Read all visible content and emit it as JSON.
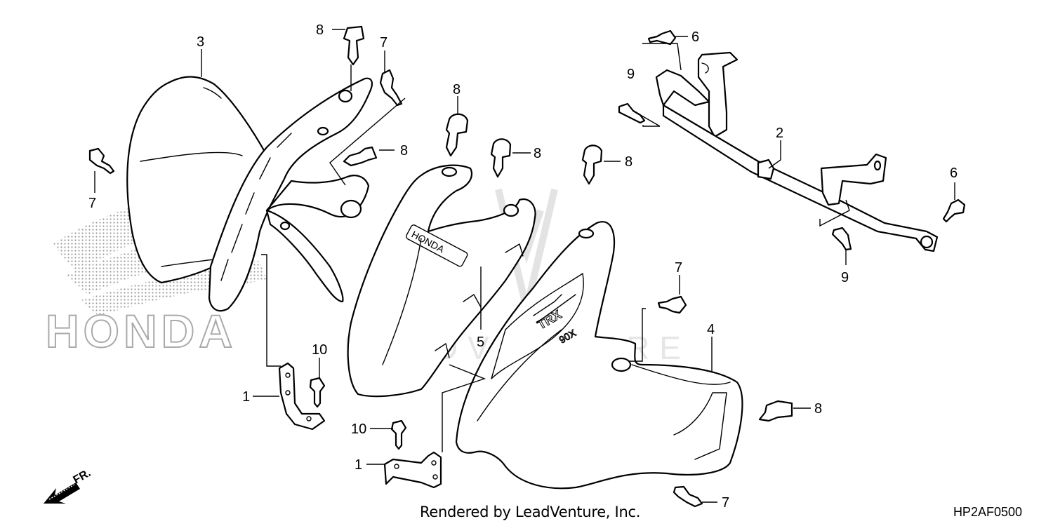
{
  "callouts": {
    "c1a": "1",
    "c1b": "1",
    "c2": "2",
    "c3": "3",
    "c4": "4",
    "c5": "5",
    "c6a": "6",
    "c6b": "6",
    "c7a": "7",
    "c7b": "7",
    "c7c": "7",
    "c7d": "7",
    "c8a": "8",
    "c8b": "8",
    "c8c": "8",
    "c8d": "8",
    "c8e": "8",
    "c8f": "8",
    "c9a": "9",
    "c9b": "9",
    "c10a": "10",
    "c10b": "10"
  },
  "front_arrow": {
    "label": "FR."
  },
  "footer": {
    "rendered_by": "Rendered by LeadVenture, Inc.",
    "diagram_code": "HP2AF0500"
  },
  "watermarks": {
    "brand": "HONDA",
    "dealer": "LEADVENTURE"
  },
  "decals": {
    "shroud_logo": "HONDA"
  }
}
